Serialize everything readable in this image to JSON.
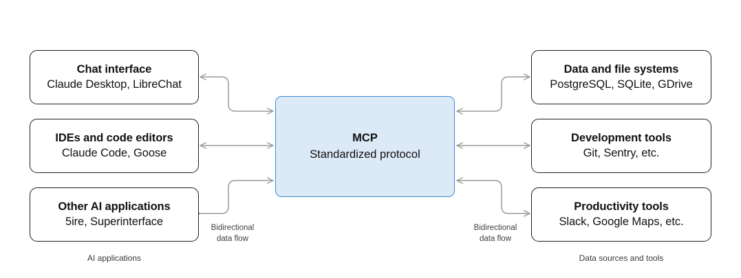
{
  "diagram": {
    "hub": {
      "title": "MCP",
      "subtitle": "Standardized protocol",
      "fill": "#dce9f7",
      "stroke": "#3b88d8"
    },
    "left_column": {
      "caption": "AI applications",
      "flow_label_line1": "Bidirectional",
      "flow_label_line2": "data flow",
      "nodes": [
        {
          "title": "Chat interface",
          "subtitle": "Claude Desktop, LibreChat"
        },
        {
          "title": "IDEs and code editors",
          "subtitle": "Claude Code, Goose"
        },
        {
          "title": "Other AI applications",
          "subtitle": "5ire, Superinterface"
        }
      ]
    },
    "right_column": {
      "caption": "Data sources and tools",
      "flow_label_line1": "Bidirectional",
      "flow_label_line2": "data flow",
      "nodes": [
        {
          "title": "Data and file systems",
          "subtitle": "PostgreSQL, SQLite, GDrive"
        },
        {
          "title": "Development tools",
          "subtitle": "Git, Sentry, etc."
        },
        {
          "title": "Productivity tools",
          "subtitle": "Slack, Google Maps, etc."
        }
      ]
    },
    "connector_color": "#9a9a96",
    "node_stroke": "#1c1c1c"
  }
}
